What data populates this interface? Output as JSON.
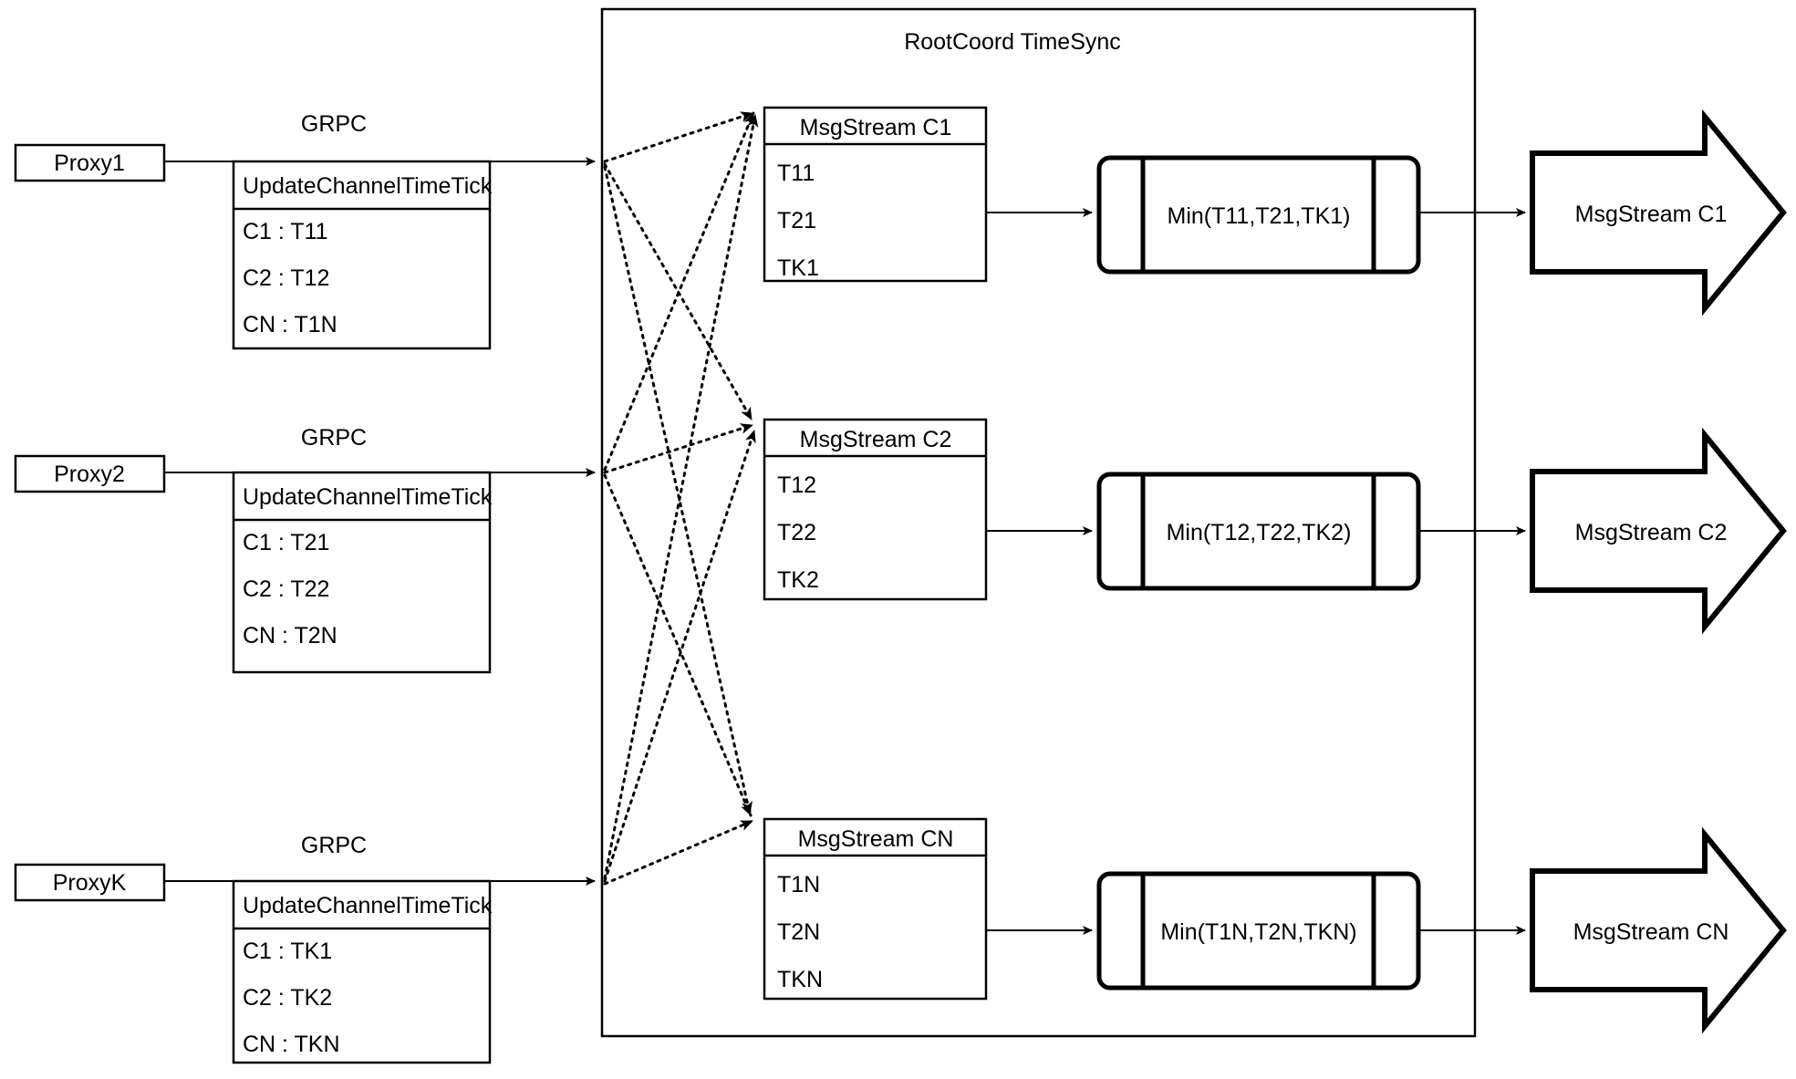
{
  "diagram": {
    "title": "RootCoord TimeSync",
    "container_label": "RootCoord TimeSync",
    "link_label": "GRPC",
    "colors": {
      "stroke": "#000000",
      "background": "#ffffff",
      "text": "#000000"
    }
  },
  "proxies": [
    {
      "name": "Proxy1",
      "link_label": "GRPC",
      "message": {
        "header": "UpdateChannelTimeTick",
        "rows": [
          "C1 :  T11",
          "C2 :  T12",
          "CN : T1N"
        ]
      }
    },
    {
      "name": "Proxy2",
      "link_label": "GRPC",
      "message": {
        "header": "UpdateChannelTimeTick",
        "rows": [
          "C1 :  T21",
          "C2 :  T22",
          "CN : T2N"
        ]
      }
    },
    {
      "name": "ProxyK",
      "link_label": "GRPC",
      "message": {
        "header": "UpdateChannelTimeTick",
        "rows": [
          "C1 :  TK1",
          "C2 :  TK2",
          "CN : TKN"
        ]
      }
    }
  ],
  "channels": [
    {
      "stream": {
        "header": "MsgStream C1",
        "rows": [
          "T11",
          "T21",
          "TK1"
        ]
      },
      "process": {
        "label": "Min(T11,T21,TK1)"
      },
      "output": {
        "label": "MsgStream C1"
      }
    },
    {
      "stream": {
        "header": "MsgStream C2",
        "rows": [
          "T12",
          "T22",
          "TK2"
        ]
      },
      "process": {
        "label": "Min(T12,T22,TK2)"
      },
      "output": {
        "label": "MsgStream C2"
      }
    },
    {
      "stream": {
        "header": "MsgStream CN",
        "rows": [
          "T1N",
          "T2N",
          "TKN"
        ]
      },
      "process": {
        "label": "Min(T1N,T2N,TKN)"
      },
      "output": {
        "label": "MsgStream CN"
      }
    }
  ]
}
